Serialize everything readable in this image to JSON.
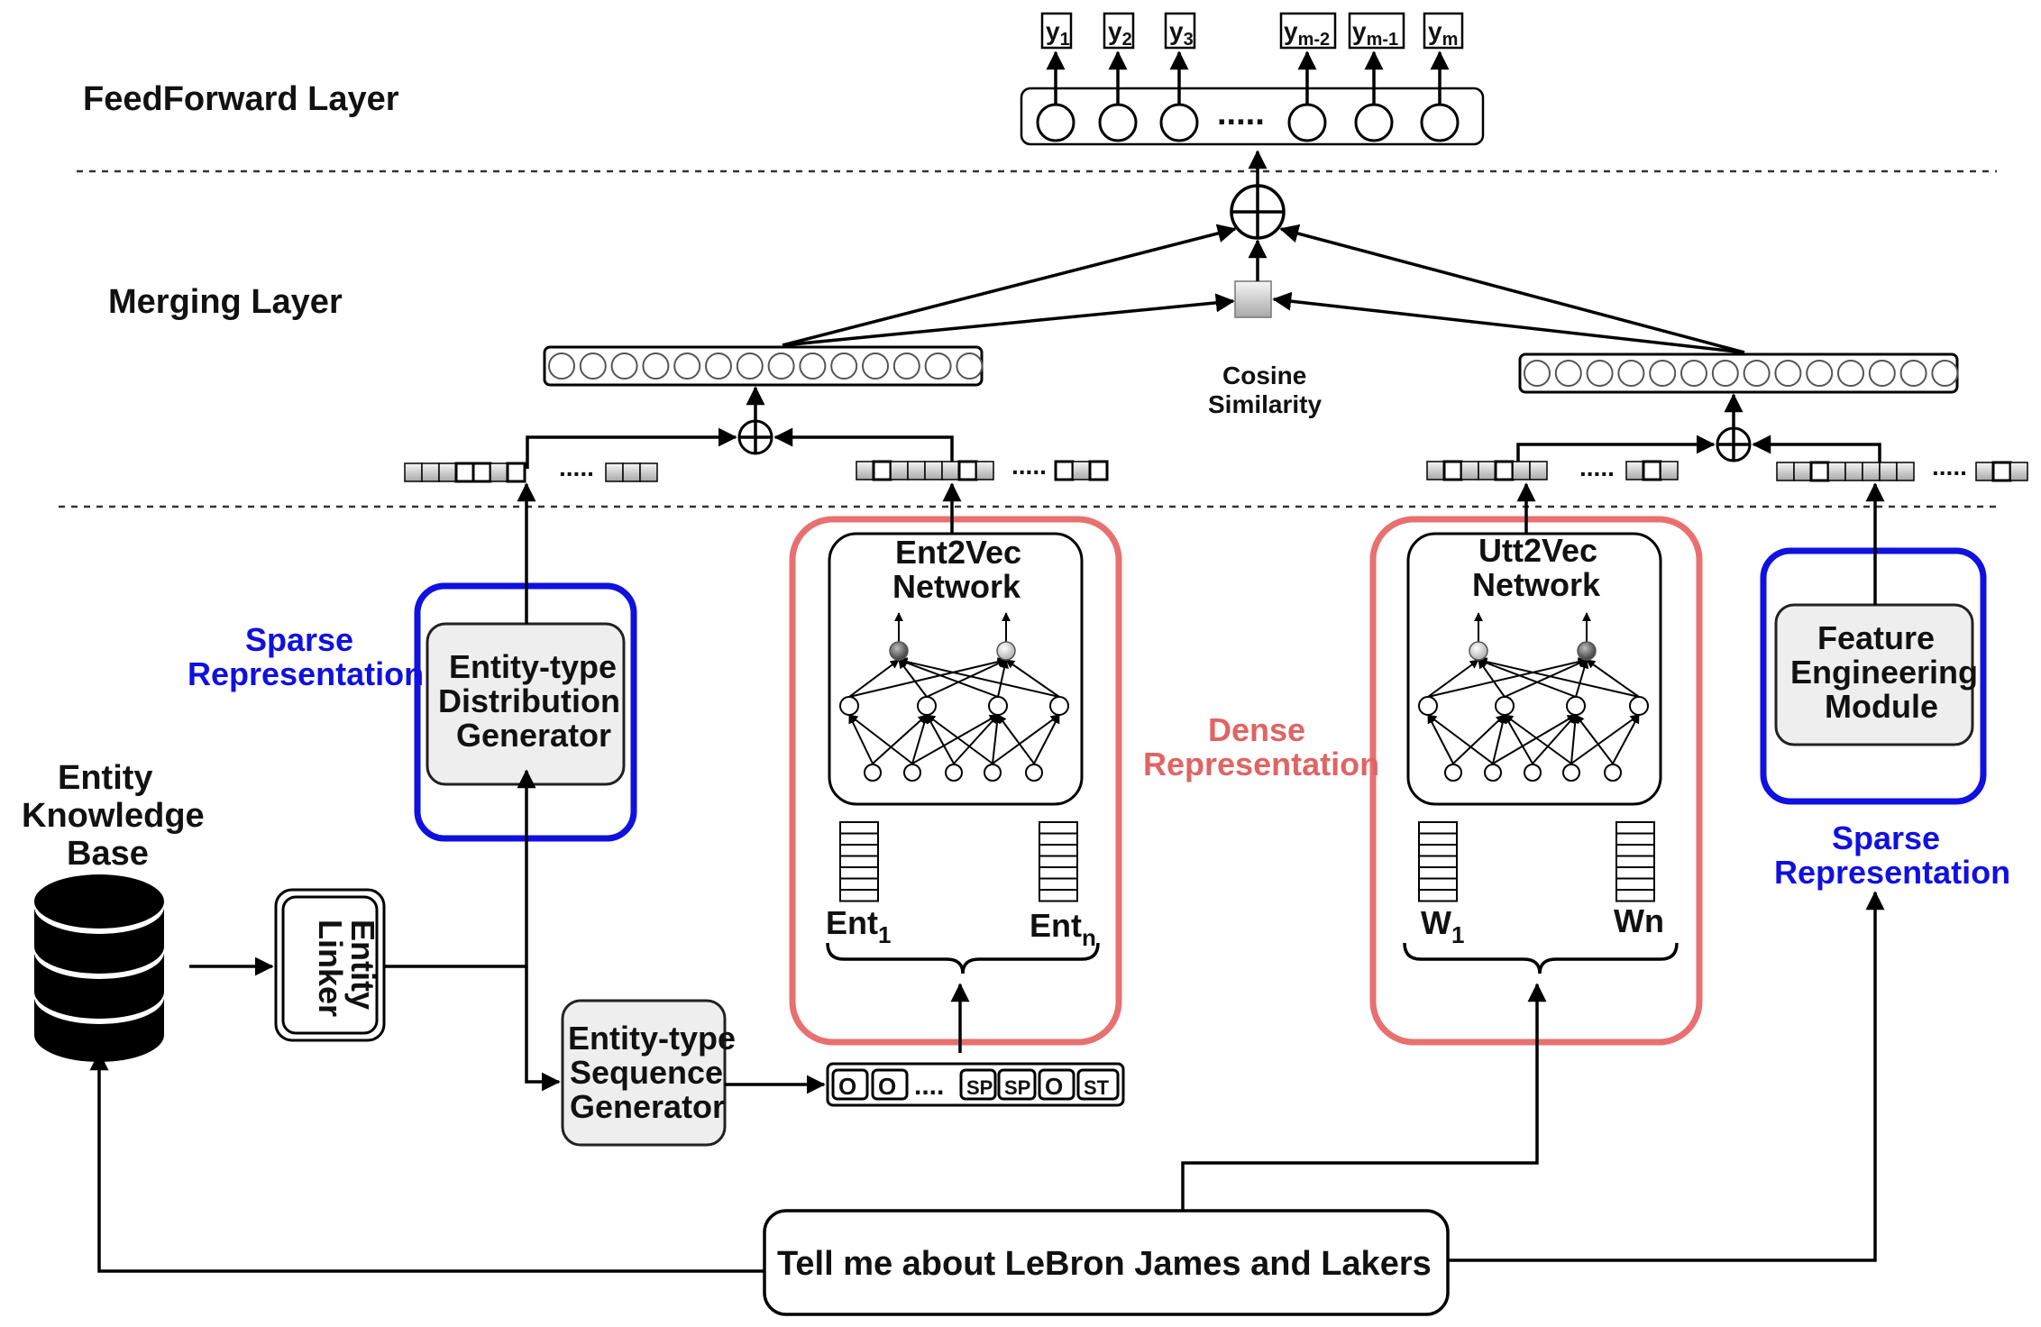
{
  "layers": {
    "feedforward": "FeedForward Layer",
    "merging": "Merging Layer"
  },
  "outputs": {
    "y1": {
      "base": "y",
      "sub": "1"
    },
    "y2": {
      "base": "y",
      "sub": "2"
    },
    "y3": {
      "base": "y",
      "sub": "3"
    },
    "ym2": {
      "base": "y",
      "sub": "m-2"
    },
    "ym1": {
      "base": "y",
      "sub": "m-1"
    },
    "ym": {
      "base": "y",
      "sub": "m"
    },
    "dots": "....."
  },
  "cosine": {
    "line1": "Cosine",
    "line2": "Similarity"
  },
  "sparse_left": {
    "line1": "Sparse",
    "line2": "Representation"
  },
  "sparse_right": {
    "line1": "Sparse",
    "line2": "Representation"
  },
  "dense": {
    "line1": "Dense",
    "line2": "Representation"
  },
  "kb": {
    "line1": "Entity",
    "line2": "Knowledge",
    "line3": "Base"
  },
  "entity_linker": {
    "line1": "Entity",
    "line2": "Linker"
  },
  "dist_gen": {
    "line1": "Entity-type",
    "line2": "Distribution",
    "line3": "Generator"
  },
  "seq_gen": {
    "line1": "Entity-type",
    "line2": "Sequence",
    "line3": "Generator"
  },
  "feature_module": {
    "line1": "Feature",
    "line2": "Engineering",
    "line3": "Module"
  },
  "ent2vec": {
    "line1": "Ent2Vec",
    "line2": "Network",
    "in1": {
      "base": "Ent",
      "sub": "1"
    },
    "in2": {
      "base": "Ent",
      "sub": "n"
    }
  },
  "utt2vec": {
    "line1": "Utt2Vec",
    "line2": "Network",
    "in1": {
      "base": "W",
      "sub": "1"
    },
    "in2": "Wn"
  },
  "sequence_tokens": [
    "O",
    "O",
    "....",
    "SP",
    "SP",
    "O",
    "ST"
  ],
  "vec_dots": ".....",
  "utterance": "Tell me about LeBron James and Lakers"
}
